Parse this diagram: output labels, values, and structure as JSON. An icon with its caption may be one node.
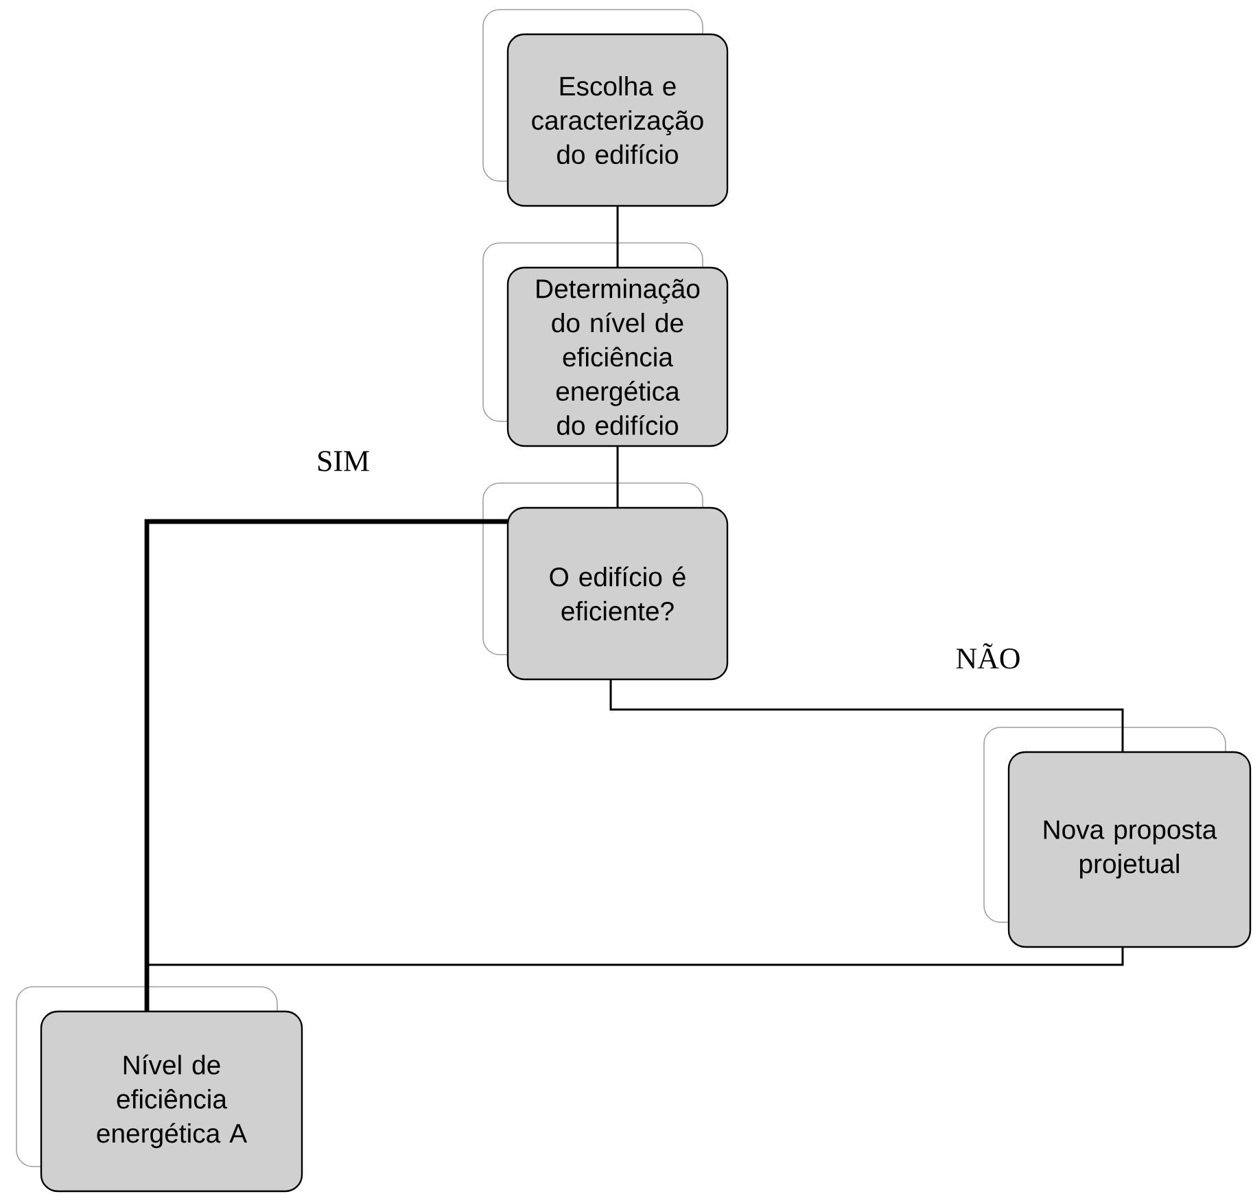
{
  "diagram": {
    "nodes": [
      {
        "text": [
          "Escolha e caracterização do edifício"
        ]
      },
      {
        "text": [
          "Determinação do nível de eficiência energética do edifício"
        ]
      },
      {
        "text": [
          "O edifício é eficiente?"
        ]
      },
      {
        "text": [
          "Nova proposta projetual"
        ]
      },
      {
        "text": [
          "Nível de eficiência energética A"
        ]
      }
    ],
    "edges": [
      {
        "from": 0,
        "to": 1,
        "arrow": "none"
      },
      {
        "from": 1,
        "to": 2,
        "arrow": "none"
      },
      {
        "from": 2,
        "to": 4,
        "arrow": "none",
        "label": "SIM",
        "style": "thick"
      },
      {
        "from": 2,
        "to": 3,
        "arrow": "none",
        "label": "NÃO"
      },
      {
        "from": 3,
        "to": 4,
        "arrow": "none"
      }
    ]
  }
}
